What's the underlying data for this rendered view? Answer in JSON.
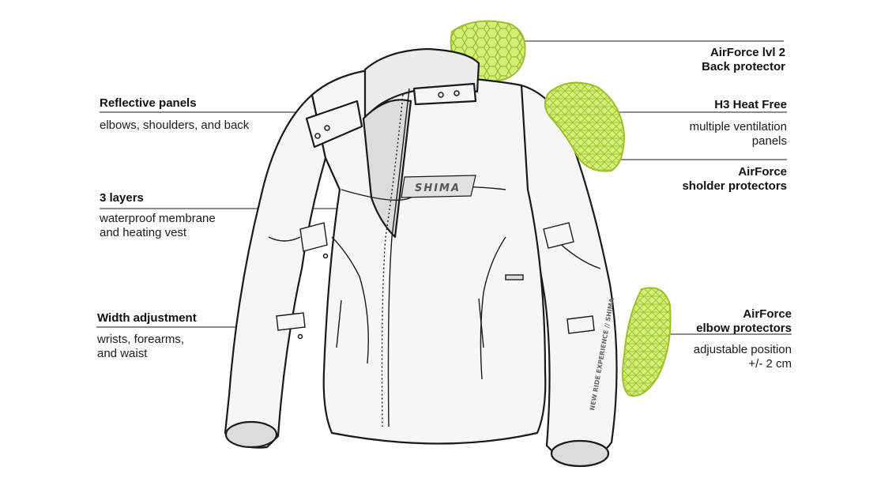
{
  "brand_logo_text": "SHIMA",
  "sleeve_text": "NEW RIDE EXPERIENCE // SHIMA",
  "callouts": {
    "reflective": {
      "title": "Reflective panels",
      "desc": "elbows, shoulders, and back"
    },
    "layers": {
      "title": "3 layers",
      "desc": "waterproof membrane\nand heating vest"
    },
    "width": {
      "title": "Width adjustment",
      "desc": "wrists, forearms,\nand waist"
    },
    "back": {
      "title": "AirForce lvl 2\nBack protector",
      "desc": ""
    },
    "heat": {
      "title": "H3 Heat Free",
      "desc": "multiple ventilation\npanels"
    },
    "shoulder": {
      "title": "AirForce\nsholder protectors",
      "desc": ""
    },
    "elbow": {
      "title": "AirForce\nelbow protectors",
      "desc": "adjustable position\n+/- 2 cm"
    }
  },
  "colors": {
    "outline": "#1a1a1a",
    "fabric": "#f6f6f6",
    "fabric_shade": "#dcdcdc",
    "protector": "#d3ef74",
    "protector_edge": "#9fbf2e"
  }
}
